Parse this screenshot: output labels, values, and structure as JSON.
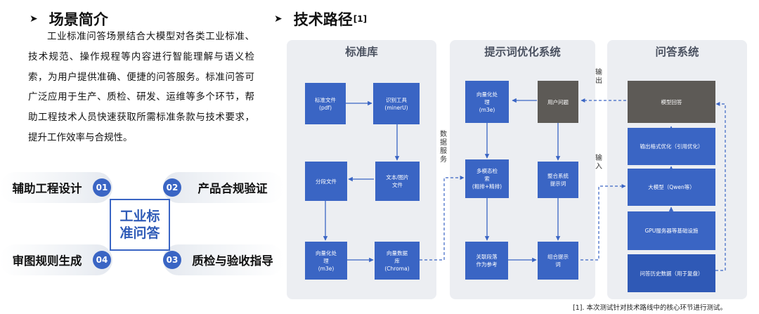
{
  "section1": {
    "title": "场景简介",
    "marker": "➤"
  },
  "section2": {
    "title": "技术路径",
    "note_ref": "[1]",
    "marker": "➤"
  },
  "intro": "工业标准问答场景结合大模型对各类工业标准、技术规范、操作规程等内容进行智能理解与语义检索，为用户提供准确、便捷的问答服务。标准问答可广泛应用于生产、质检、研发、运维等多个环节，帮助工程技术人员快速获取所需标准条款与技术要求，提升工作效率与合规性。",
  "center": {
    "line1": "工业标",
    "line2": "准问答"
  },
  "apps": [
    {
      "num": "01",
      "label": "辅助工程设计"
    },
    {
      "num": "02",
      "label": "产品合规验证"
    },
    {
      "num": "03",
      "label": "质检与验收指导"
    },
    {
      "num": "04",
      "label": "审图规则生成"
    }
  ],
  "panels": {
    "p1": "标准库",
    "p2": "提示词优化系统",
    "p3": "问答系统"
  },
  "nodes": {
    "n1": "标准文件\n(pdf)",
    "n2": "识别工具\n(minerU)",
    "n3": "分段文件",
    "n4": "文本/图片\n文件",
    "n5": "向量化处\n理\n(m3e)",
    "n6": "向量数据\n库\n(Chroma)",
    "n7": "向量化处\n理\n(m3e)",
    "n8": "用户问题",
    "n9": "多模态检\n索\n(粗排+精排)",
    "n10": "整合系统\n提示词",
    "n11": "关联段落\n作为参考",
    "n12": "组合提示\n词",
    "n13": "模型回答",
    "n14": "输出格式优化（引用优化）",
    "n15": "大模型（Qwen等）",
    "n16": "GPU服务器等基础设施",
    "n17": "问答历史数据（用于复盘）"
  },
  "side_labels": {
    "data_service": "数\n据\n服\n务",
    "output": "输\n出",
    "input": "输\n入"
  },
  "footnote": "[1]. 本次测试针对技术路线中的核心环节进行测试。"
}
